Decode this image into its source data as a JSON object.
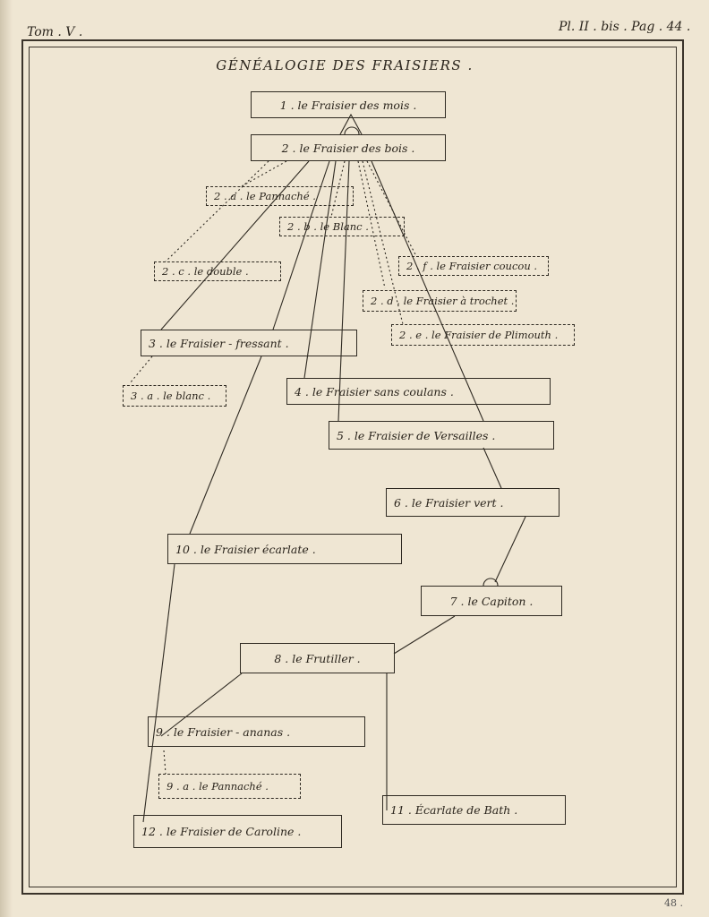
{
  "header": {
    "tome": "Tom . V .",
    "plate": "Pl. II . bis . Pag . 44 .",
    "page_number": "48 ."
  },
  "title": "GÉNÉALOGIE DES FRAISIERS .",
  "nodes": {
    "n1": "1 . le Fraisier des mois .",
    "n2": "2 . le Fraisier des bois .",
    "n2a": "2 . a . le Pannaché .",
    "n2b": "2 . b . le Blanc .",
    "n2c": "2 . c . le double .",
    "n2f": "2 . f . le Fraisier coucou .",
    "n2d": "2 . d . le Fraisier à trochet .",
    "n2e": "2 . e . le Fraisier de Plimouth .",
    "n3": "3 . le Fraisier - fressant .",
    "n3a": "3 . a . le blanc .",
    "n4": "4 . le Fraisier sans coulans .",
    "n5": "5 . le Fraisier de Versailles .",
    "n6": "6 . le Fraisier vert .",
    "n10": "10 . le Fraisier écarlate .",
    "n7": "7 . le Capiton .",
    "n8": "8 . le Frutiller .",
    "n9": "9 . le Fraisier - ananas .",
    "n9a": "9 . a . le Pannaché .",
    "n11": "11 . Écarlate de Bath .",
    "n12": "12 . le Fraisier de Caroline ."
  }
}
